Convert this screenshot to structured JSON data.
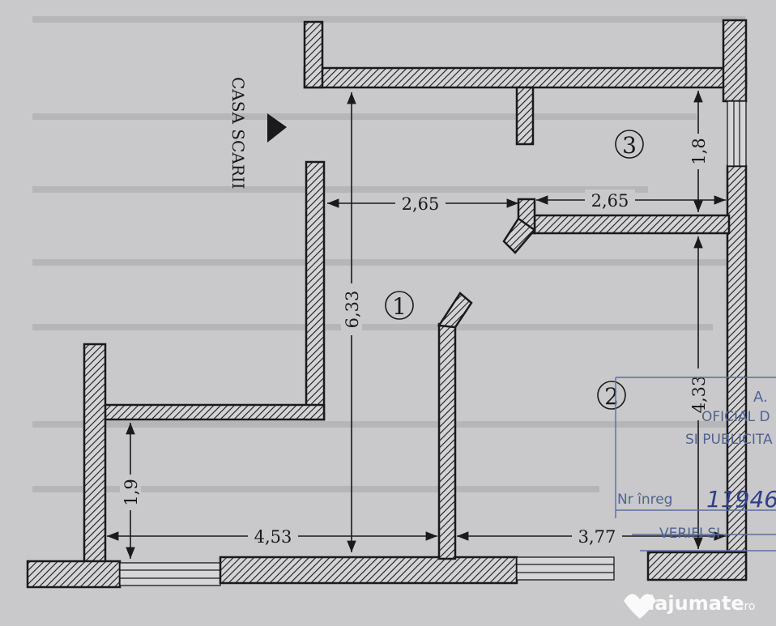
{
  "labels": {
    "stair": "CASA SCARII",
    "room1": "1",
    "room2": "2",
    "room3": "3"
  },
  "dimensions": {
    "d_265_left": "2,65",
    "d_265_right": "2,65",
    "d_633": "6,33",
    "d_18": "1,8",
    "d_433": "4,33",
    "d_19": "1,9",
    "d_453": "4,53",
    "d_377": "3,77"
  },
  "stamp": {
    "line1": "A.",
    "line2": "OFICIAL D",
    "line3": "SI PUBLICITA",
    "reg_label": "Nr înreg",
    "reg_value": "11946",
    "verif": "VERIFI   SI"
  },
  "watermark": {
    "text": "lajumate",
    "suffix": ".ro"
  },
  "colors": {
    "paper": "#c9c8ca",
    "ink": "#1a1a1a",
    "stamp": "#5a6f9c"
  }
}
